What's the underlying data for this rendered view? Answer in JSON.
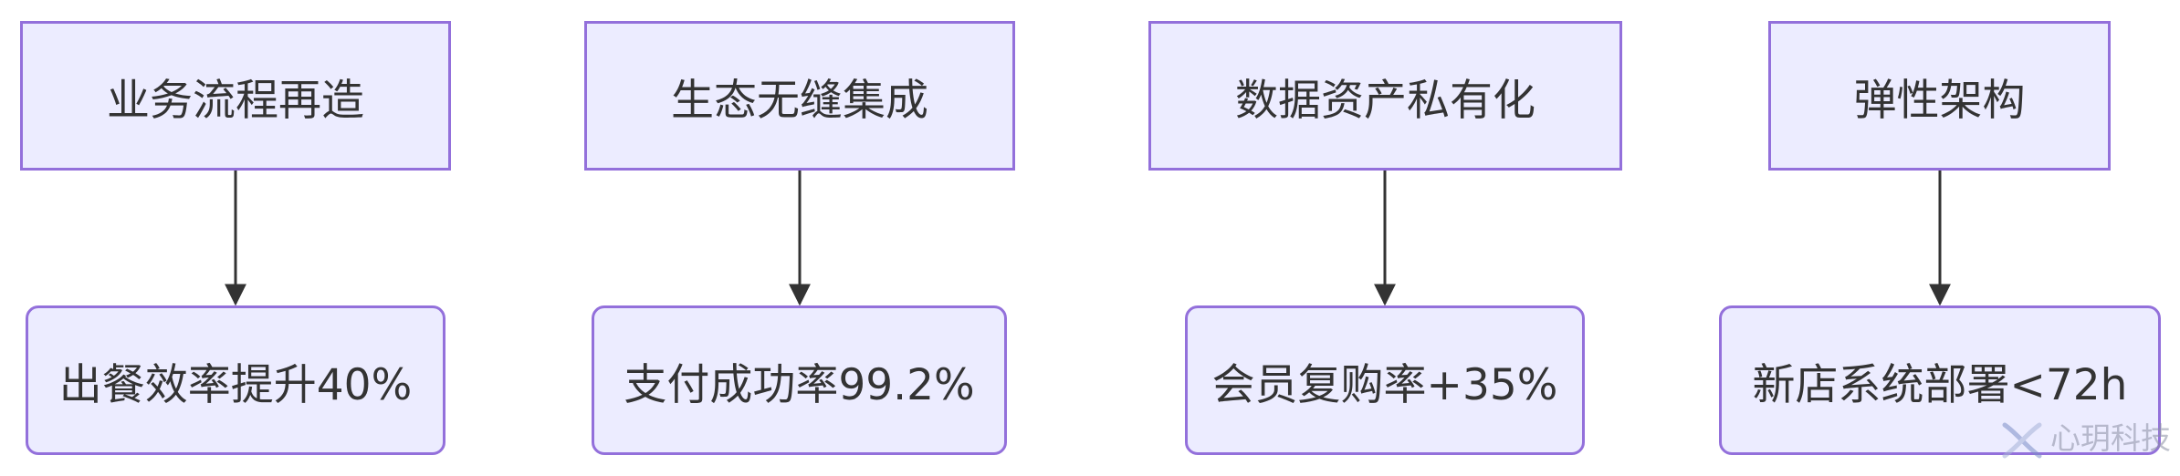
{
  "columns": [
    {
      "top": "业务流程再造",
      "bottom": "出餐效率提升40%"
    },
    {
      "top": "生态无缝集成",
      "bottom": "支付成功率99.2%"
    },
    {
      "top": "数据资产私有化",
      "bottom": "会员复购率+35%"
    },
    {
      "top": "弹性架构",
      "bottom": "新店系统部署<72h"
    }
  ],
  "watermark": {
    "brand": "心玥科技",
    "icon": "x-logo-icon"
  },
  "colors": {
    "node_fill": "#ECECFF",
    "node_border": "#9370DB",
    "edge": "#333333",
    "text": "#333333"
  }
}
